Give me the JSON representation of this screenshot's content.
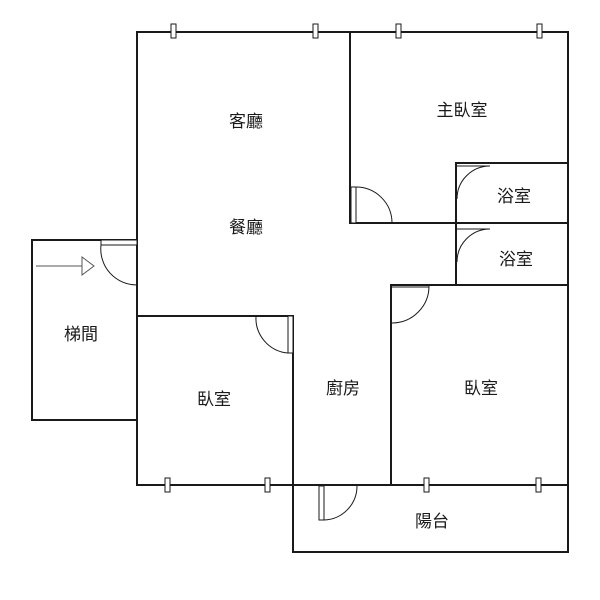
{
  "rooms": {
    "living": "客廳",
    "dining": "餐廳",
    "master_bedroom": "主臥室",
    "bathroom_1": "浴室",
    "bathroom_2": "浴室",
    "stairwell": "梯間",
    "bedroom_left": "臥室",
    "kitchen": "廚房",
    "bedroom_right": "臥室",
    "balcony": "陽台"
  },
  "icons": {
    "entry_arrow": "entry-arrow-icon",
    "door": "door-swing-icon",
    "window": "window-icon"
  }
}
